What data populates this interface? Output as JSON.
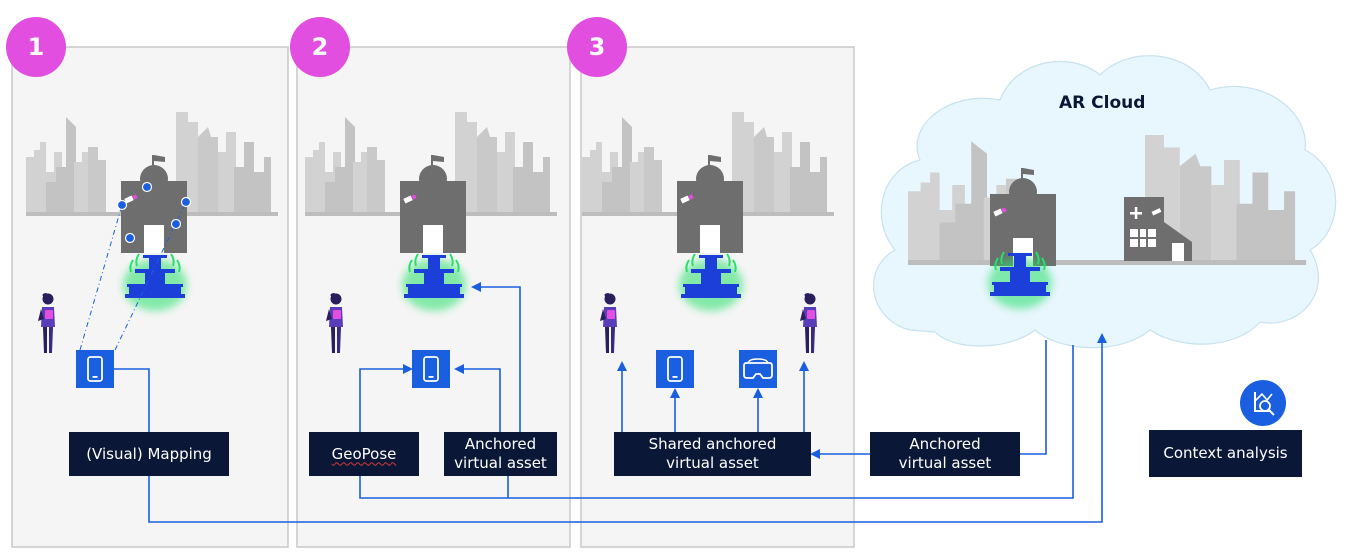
{
  "steps": [
    {
      "number": "1"
    },
    {
      "number": "2"
    },
    {
      "number": "3"
    }
  ],
  "cloud": {
    "title": "AR Cloud"
  },
  "labels": {
    "visual_mapping": "(Visual) Mapping",
    "geopose": "GeoPose",
    "anchored_asset_2_line1": "Anchored",
    "anchored_asset_2_line2": "virtual asset",
    "shared_asset_line1": "Shared anchored",
    "shared_asset_line2": "virtual asset",
    "anchored_asset_cloud_line1": "Anchored",
    "anchored_asset_cloud_line2": "virtual asset",
    "context_analysis": "Context analysis"
  },
  "colors": {
    "step_badge": "#e24ee0",
    "label_bg": "#0b1736",
    "flow_arrow": "#1a5fe0",
    "device_tile": "#1a5fe0",
    "cloud_fill": "#e8f6fd",
    "panel_bg": "#f5f5f5",
    "panel_border": "#c8c8c8",
    "fountain_glow": "#27e06a",
    "fountain": "#1b3fd8"
  },
  "icons": [
    "smartphone-icon",
    "vr-headset-icon",
    "person-icon",
    "fountain-icon",
    "mapping-point-icon",
    "context-analysis-icon",
    "camera-icon",
    "city-skyline-icon",
    "hospital-icon"
  ]
}
